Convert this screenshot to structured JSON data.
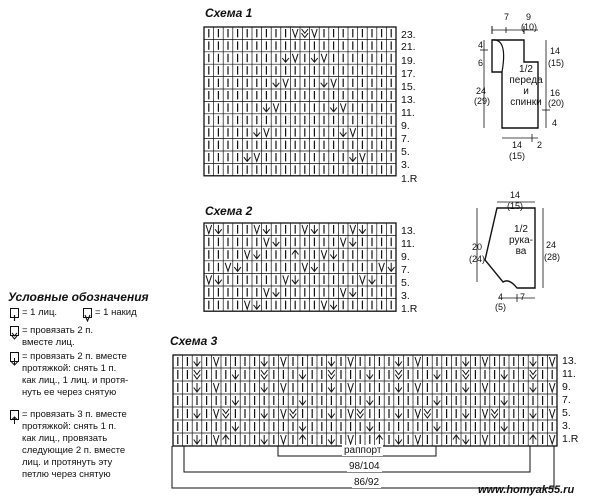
{
  "schemes": [
    {
      "title": "Схема 1",
      "rows": [
        "23.",
        "21.",
        "19.",
        "17.",
        "15.",
        "13.",
        "11.",
        "9.",
        "7.",
        "5.",
        "3.",
        "1.R"
      ]
    },
    {
      "title": "Схема 2",
      "rows": [
        "13.",
        "11.",
        "9.",
        "7.",
        "5.",
        "3.",
        "1.R"
      ]
    },
    {
      "title": "Схема 3",
      "rows": [
        "13.",
        "11.",
        "9.",
        "7.",
        "5.",
        "3.",
        "1.R"
      ],
      "spans": [
        "раппорт",
        "98/104",
        "86/92"
      ]
    }
  ],
  "body_diagram": {
    "label": [
      "1/2",
      "переда",
      "и",
      "спинки"
    ],
    "top_a": "7",
    "top_b1": "9",
    "top_b2": "(10)",
    "right_a1": "14",
    "right_a2": "(15)",
    "right_b1": "16",
    "right_b2": "(20)",
    "right_c": "4",
    "left_a": "4",
    "left_b": "6",
    "left_c1": "24",
    "left_c2": "(29)",
    "bottom_a1": "14",
    "bottom_a2": "(15)",
    "bottom_b": "2"
  },
  "sleeve_diagram": {
    "label": [
      "1/2",
      "рука-",
      "ва"
    ],
    "top_a1": "14",
    "top_a2": "(15)",
    "left_a1": "20",
    "left_a2": "(24)",
    "right_a1": "24",
    "right_a2": "(28)",
    "bottom_a": "4",
    "bottom_a2": "(5)",
    "bottom_b": "7"
  },
  "legend": {
    "title": "Условные обозначения",
    "knit": "= 1 лиц.",
    "yarn_over": "= 1 накид",
    "k2tog_1": "= провязать 2 п.",
    "k2tog_2": "вместе лиц.",
    "ssk_1": "= провязать 2 п. вместе",
    "ssk_2": "протяжкой: снять 1 п.",
    "ssk_3": "как лиц., 1 лиц. и протя-",
    "ssk_4": "нуть ее через снятую",
    "k3tog_1": "= провязать 3 п. вместе",
    "k3tog_2": "протяжкой: снять 1 п.",
    "k3tog_3": "как лиц., провязать",
    "k3tog_4": "следующие 2 п. вместе",
    "k3tog_5": "лиц. и протянуть эту",
    "k3tog_6": "петлю через снятую"
  },
  "footer": {
    "website": "www.homyak55.ru"
  }
}
